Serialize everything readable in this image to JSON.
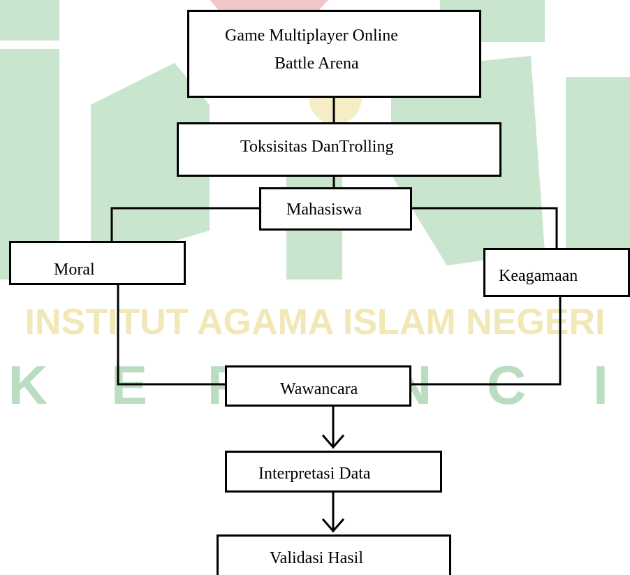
{
  "watermark": {
    "text_line": "INSTITUT AGAMA ISLAM NEGERI",
    "letters": [
      "K",
      "E",
      "R",
      "I",
      "N",
      "C",
      "I"
    ],
    "colors": {
      "green": "#c9e5cd",
      "yellow": "#f6edc6",
      "red": "#f0c6c9",
      "text_yellow": "#f1e7b7",
      "text_green": "#b9ddbe"
    }
  },
  "nodes": {
    "game_line1": "Game Multiplayer Online",
    "game_line2": "Battle Arena",
    "toksisitas": "Toksisitas DanTrolling",
    "mahasiswa": "Mahasiswa",
    "moral": "Moral",
    "keagamaan": "Keagamaan",
    "wawancara": "Wawancara",
    "interpretasi": "Interpretasi Data",
    "validasi": "Validasi Hasil"
  }
}
